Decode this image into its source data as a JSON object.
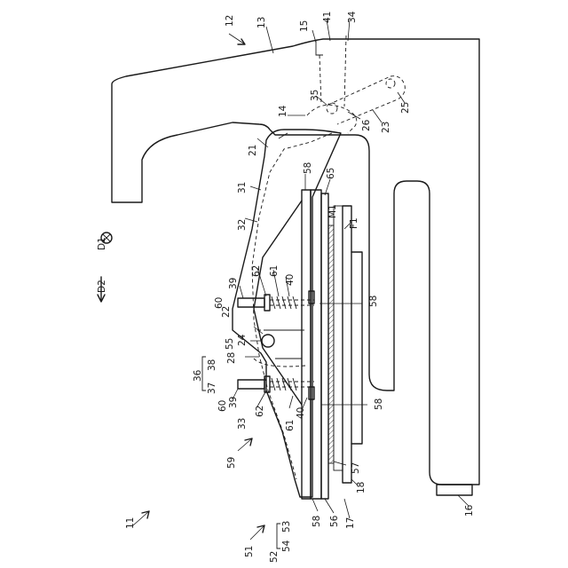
{
  "labels": {
    "n11": "11",
    "n12": "12",
    "n13": "13",
    "n14": "14",
    "n15": "15",
    "n16": "16",
    "n17": "17",
    "n18": "18",
    "n21": "21",
    "n22": "22",
    "n23": "23",
    "n24": "24",
    "n25": "25",
    "n26": "26",
    "n28": "28",
    "n31": "31",
    "n32": "32",
    "n33": "33",
    "n34": "34",
    "n35": "35",
    "n36": "36",
    "n37": "37",
    "n38": "38",
    "n39a": "39",
    "n39b": "39",
    "n40a": "40",
    "n40b": "40",
    "n41": "41",
    "n51": "51",
    "n52": "52",
    "n53": "53",
    "n54": "54",
    "n55": "55",
    "n56": "56",
    "n57": "57",
    "n58a": "58",
    "n58b": "58",
    "n58c": "58",
    "n58d": "58",
    "n59": "59",
    "n60a": "60",
    "n60b": "60",
    "n61a": "61",
    "n61b": "61",
    "n62a": "62",
    "n62b": "62",
    "n65": "65",
    "nM1": "M1",
    "nF1": "F1",
    "nD1": "D1",
    "nD2": "D2"
  }
}
